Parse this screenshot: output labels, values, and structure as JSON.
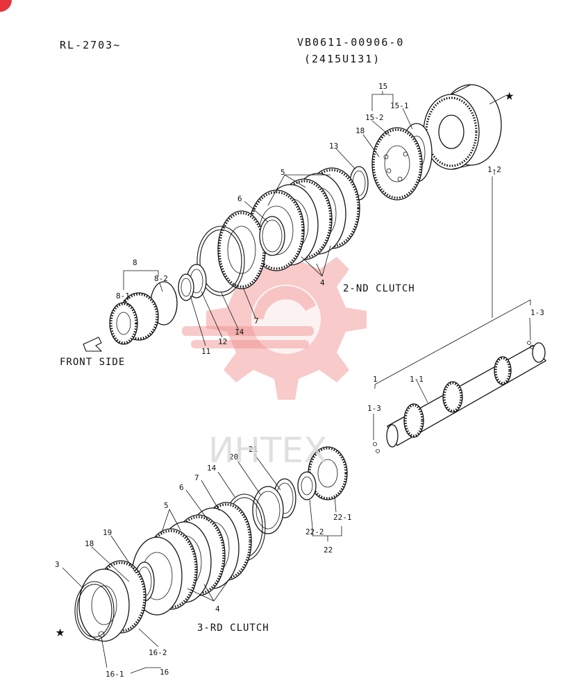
{
  "header": {
    "model_serial": "RL-2703~",
    "drawing_number": "VB0611-00906-0",
    "sub_number": "(2415U131)"
  },
  "captions": {
    "front_side": "FRONT SIDE",
    "second_clutch": "2-ND CLUTCH",
    "third_clutch": "3-RD CLUTCH"
  },
  "watermark": {
    "text": "ИНТЕХ",
    "color": "#f08a8a"
  },
  "callouts": {
    "n1": "1",
    "n1_1": "1-1",
    "n1_2": "1-2",
    "n1_3a": "1-3",
    "n1_3b": "1-3",
    "n15": "15",
    "n15_1": "15-1",
    "n15_2": "15-2",
    "n18a": "18",
    "n18b": "18",
    "n13": "13",
    "n5a": "5",
    "n5b": "5",
    "n6a": "6",
    "n6b": "6",
    "n4a": "4",
    "n4b": "4",
    "n8": "8",
    "n8_1": "8-1",
    "n8_2": "8-2",
    "n11": "11",
    "n12": "12",
    "n14a": "14",
    "n14b": "14",
    "n7a": "7",
    "n7b": "7",
    "n20": "20",
    "n21": "21",
    "n22": "22",
    "n22_1": "22-1",
    "n22_2": "22-2",
    "n19": "19",
    "n3": "3",
    "n16": "16",
    "n16_1": "16-1",
    "n16_2": "16-2"
  }
}
